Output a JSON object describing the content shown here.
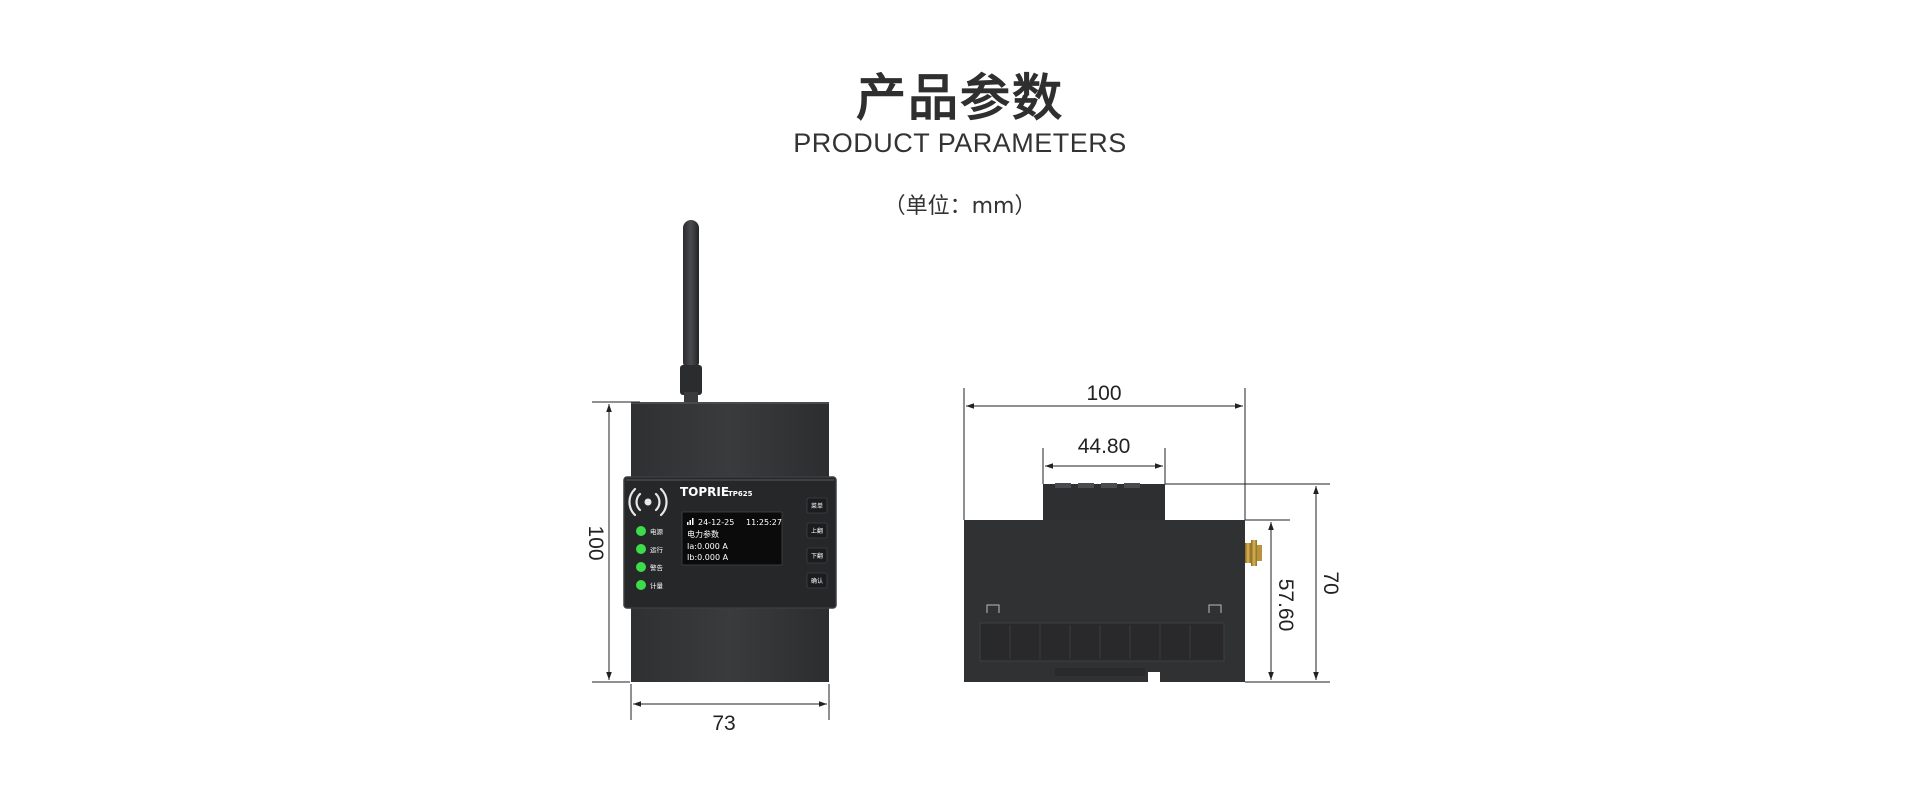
{
  "header": {
    "title": "产品参数",
    "subtitle": "PRODUCT PARAMETERS",
    "unit_note": "（单位：mm）"
  },
  "front_view": {
    "brand": "TOPRIE",
    "model": "TP625",
    "indicators": [
      "电源",
      "运行",
      "警告",
      "计量"
    ],
    "indicator_color": "#3ddc4a",
    "buttons": [
      "菜单",
      "上翻",
      "下翻",
      "确认"
    ],
    "screen": {
      "date": "24-12-25",
      "time": "11:25:27",
      "title": "电力参数",
      "line1": "Ia:0.000  A",
      "line2": "Ib:0.000  A"
    },
    "dim_height": "100",
    "dim_width": "73"
  },
  "side_view": {
    "dim_width": "100",
    "dim_top": "44.80",
    "dim_inner_height": "57.60",
    "dim_total_height": "70"
  },
  "colors": {
    "device_body": "#333436",
    "device_front": "#262729",
    "screen": "#0b0b0c",
    "dimension_line": "#222222"
  }
}
